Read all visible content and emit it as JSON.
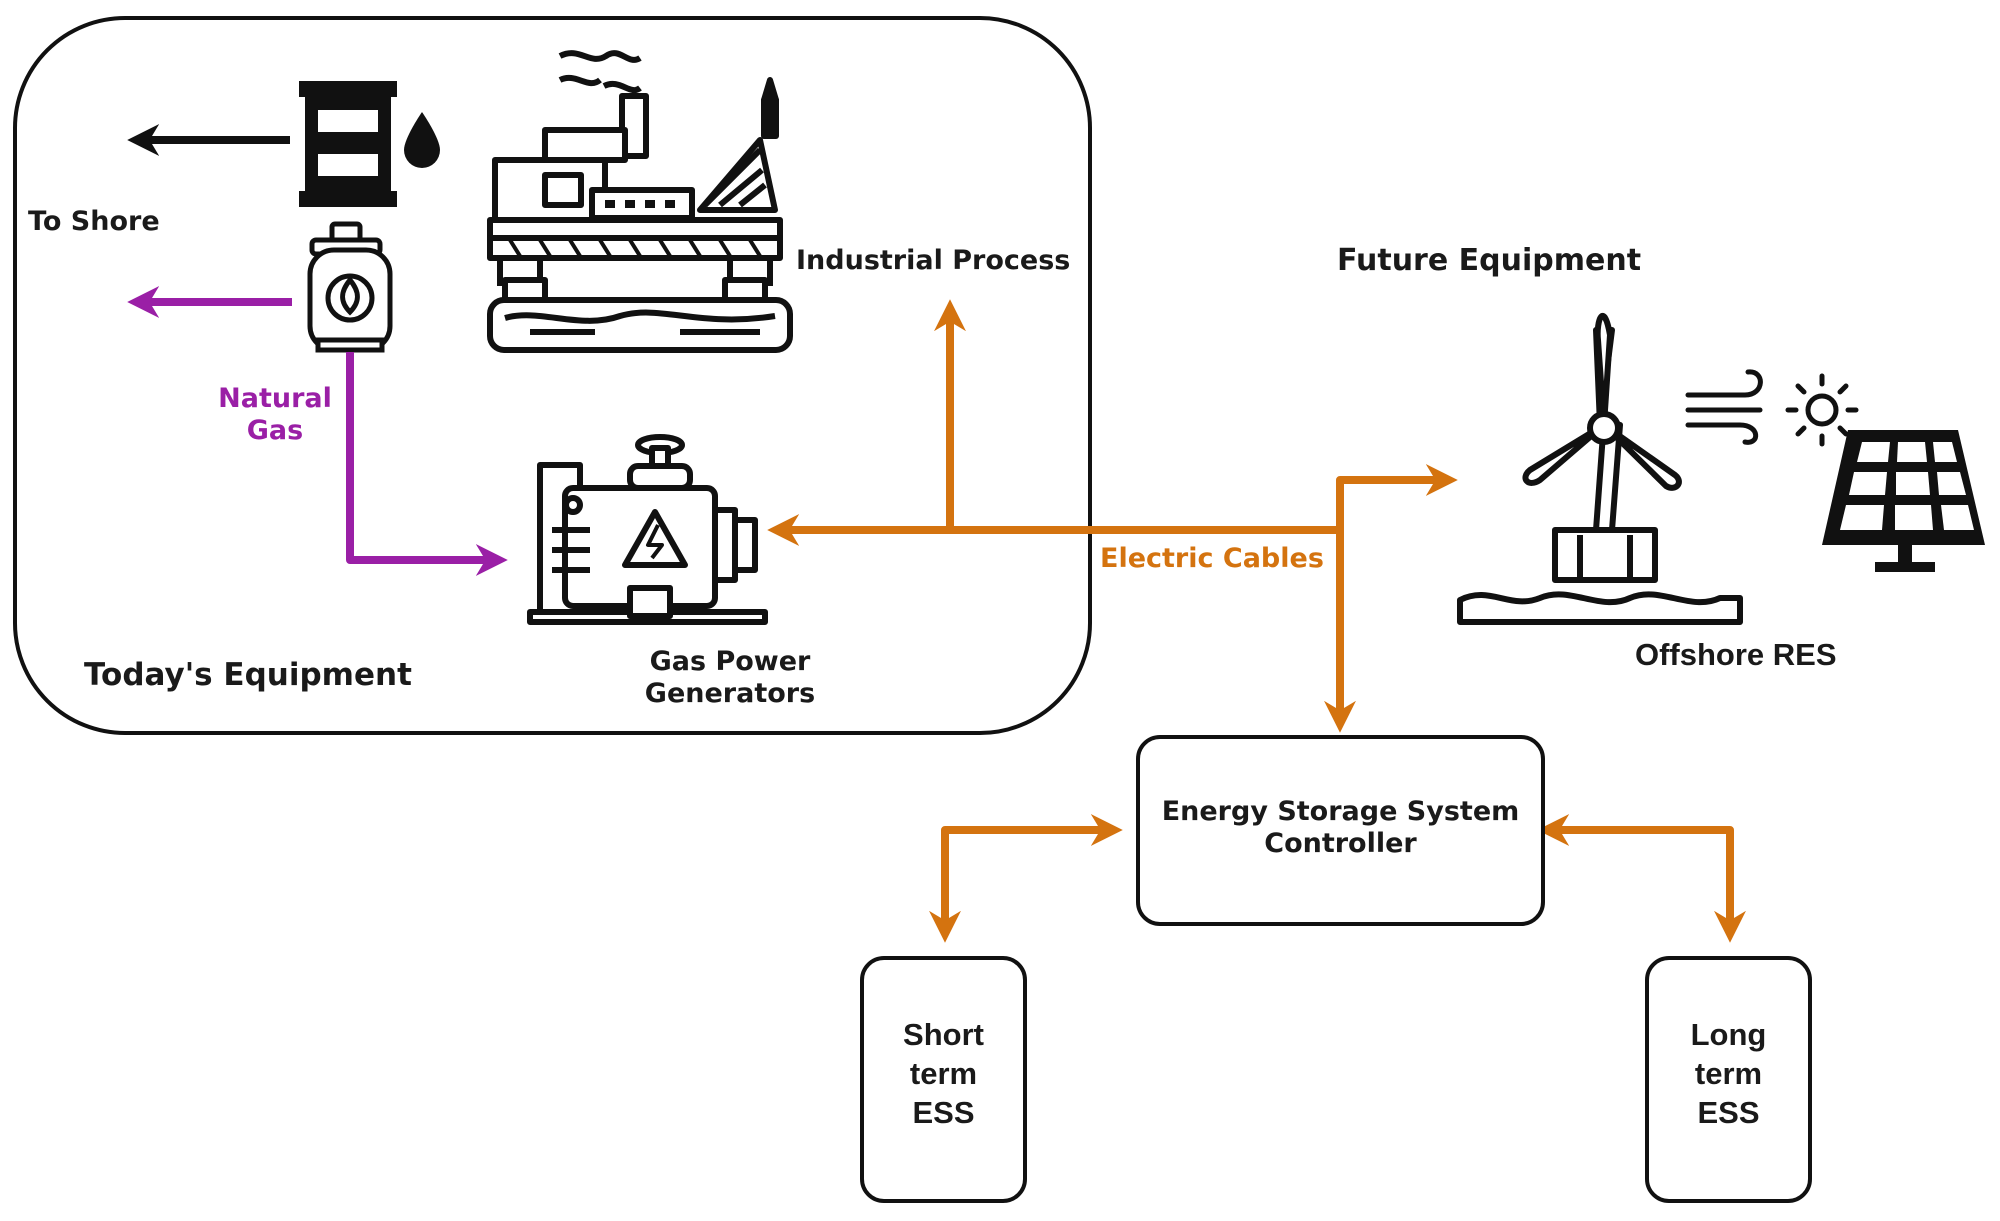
{
  "colors": {
    "outline": "#111111",
    "electric": "#d4730f",
    "gas": "#9a1fa6",
    "background": "#ffffff"
  },
  "icons": {
    "oil": "oil-barrel-icon",
    "gas": "gas-cylinder-icon",
    "platform": "oil-platform-icon",
    "generator": "generator-icon",
    "wind": "wind-turbine-icon",
    "solar": "solar-panel-icon",
    "sun": "sun-icon",
    "wind_gust": "wind-gust-icon"
  },
  "labels": {
    "to_shore": "To Shore",
    "natural_gas_1": "Natural",
    "natural_gas_2": "Gas",
    "industrial_process": "Industrial Process",
    "future_equipment": "Future Equipment",
    "electric_cables": "Electric Cables",
    "todays_equipment": "Today's Equipment",
    "gas_power_1": "Gas Power",
    "gas_power_2": "Generators",
    "offshore_res": "Offshore RES",
    "ess_controller_1": "Energy Storage System",
    "ess_controller_2": "Controller",
    "short_1": "Short",
    "short_2": "term",
    "short_3": "ESS",
    "long_1": "Long",
    "long_2": "term",
    "long_3": "ESS"
  }
}
